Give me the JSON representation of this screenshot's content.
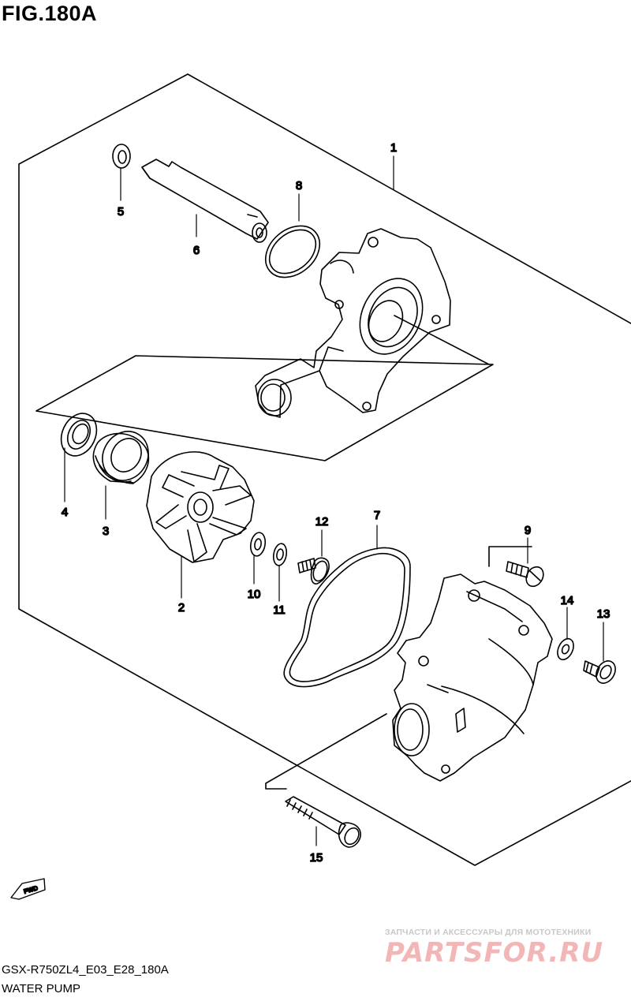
{
  "figure": {
    "title": "FIG.180A",
    "model_code": "GSX-R750ZL4_E03_E28_180A",
    "assembly_name": "WATER PUMP"
  },
  "parts": [
    {
      "id": "1",
      "label": "1"
    },
    {
      "id": "2",
      "label": "2"
    },
    {
      "id": "3",
      "label": "3"
    },
    {
      "id": "4",
      "label": "4"
    },
    {
      "id": "5",
      "label": "5"
    },
    {
      "id": "6",
      "label": "6"
    },
    {
      "id": "7",
      "label": "7"
    },
    {
      "id": "8",
      "label": "8"
    },
    {
      "id": "9",
      "label": "9"
    },
    {
      "id": "10",
      "label": "10"
    },
    {
      "id": "11",
      "label": "11"
    },
    {
      "id": "12",
      "label": "12"
    },
    {
      "id": "13",
      "label": "13"
    },
    {
      "id": "14",
      "label": "14"
    },
    {
      "id": "15",
      "label": "15"
    }
  ],
  "direction_badge": "FWD",
  "watermark": {
    "tagline": "ЗАПЧАСТИ И АКСЕССУАРЫ ДЛЯ МОТОТЕХНИКИ",
    "logo": "PARTSFOR.RU",
    "color": "#f2b6b6"
  }
}
